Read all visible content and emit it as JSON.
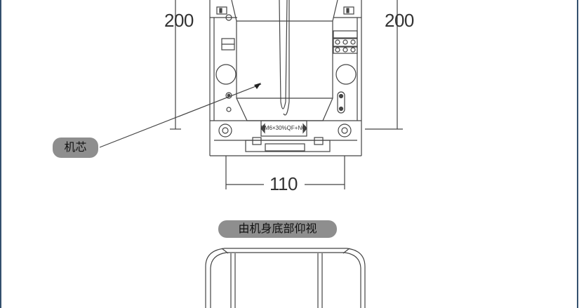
{
  "dimensions": {
    "left_height": "200",
    "right_height": "200",
    "bottom_width": "110"
  },
  "labels": {
    "core": "机芯",
    "bottom_view": "由机身底部仰视"
  },
  "nozzle_text": "PM6×30%QF+NO",
  "colors": {
    "frame_line": "#34506e",
    "pill_background": "#8e8e8e",
    "line": "#444444"
  }
}
